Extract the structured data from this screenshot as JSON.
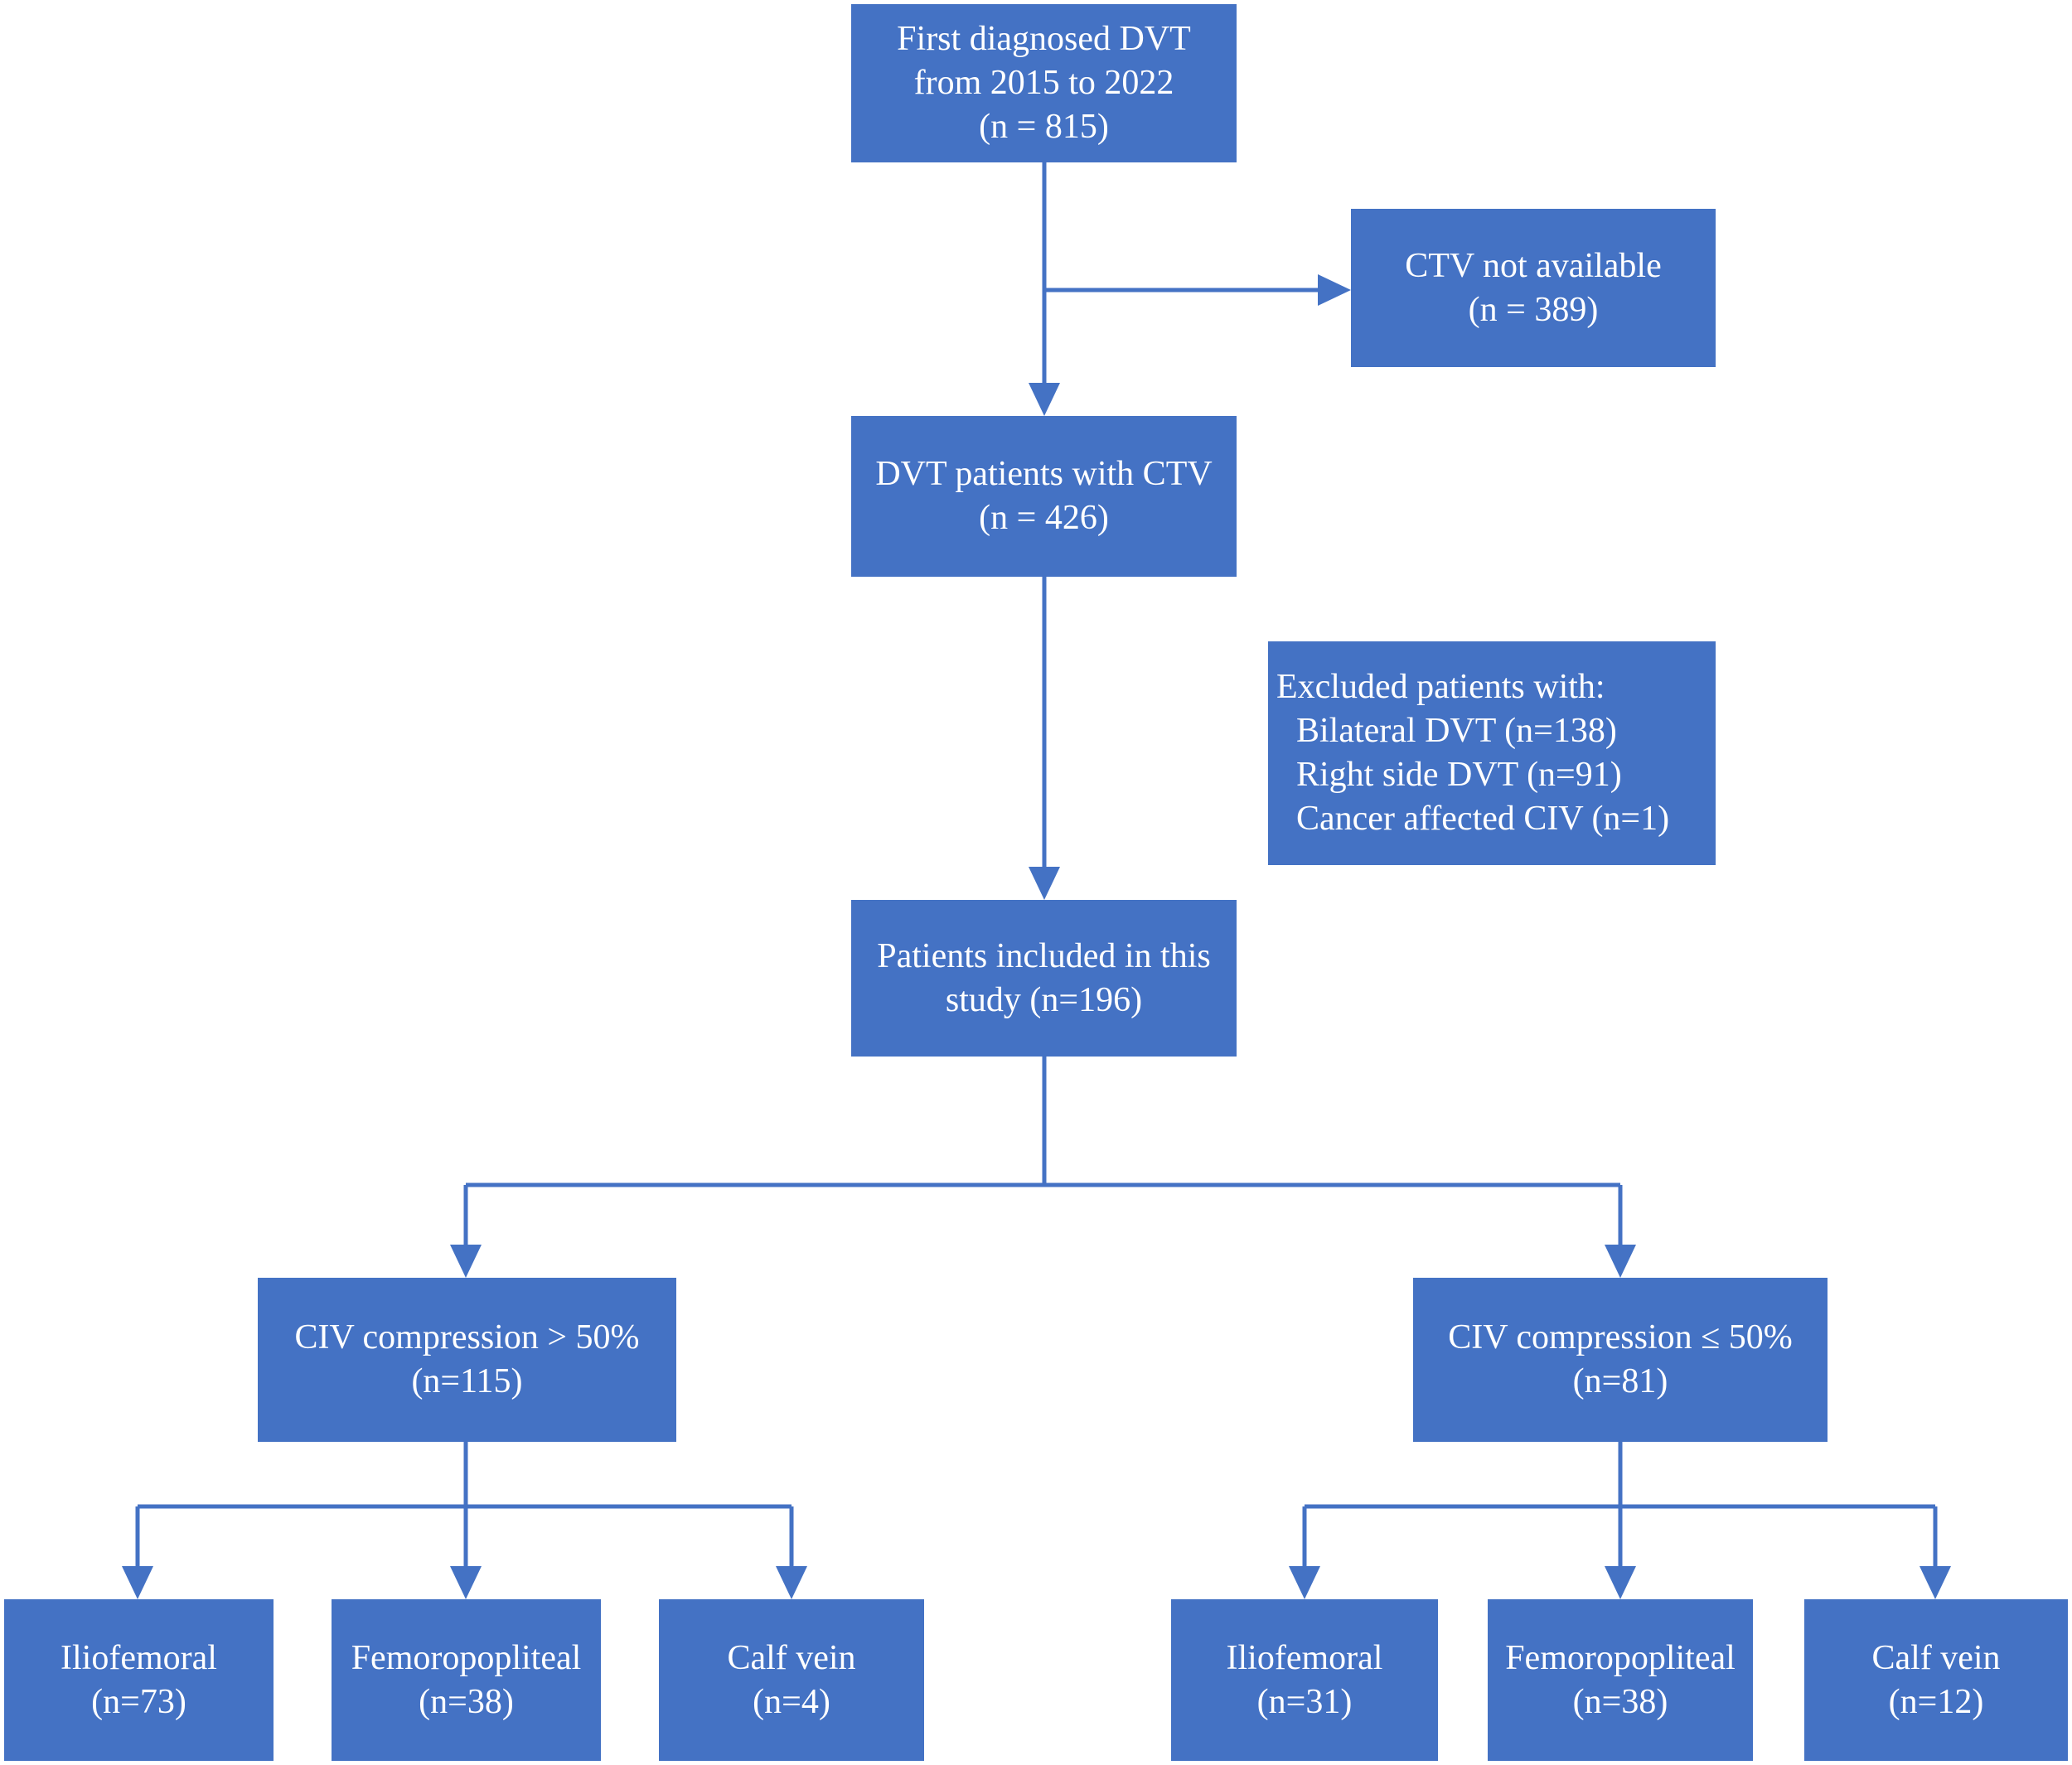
{
  "boxes": {
    "first": {
      "line1": "First diagnosed DVT",
      "line2": "from 2015 to 2022",
      "line3": "(n = 815)"
    },
    "ctv_not": {
      "line1": "CTV not available",
      "line2": "(n = 389)"
    },
    "with_ctv": {
      "line1": "DVT patients with CTV",
      "line2": "(n = 426)"
    },
    "excluded": {
      "title": "Excluded patients with:",
      "items": [
        "Bilateral DVT (n=138)",
        "Right side DVT (n=91)",
        "Cancer affected CIV (n=1)"
      ]
    },
    "included": {
      "line1": "Patients included in this",
      "line2": "study (n=196)"
    },
    "gt50": {
      "line1": "CIV compression > 50%",
      "line2": "(n=115)"
    },
    "le50": {
      "line1": "CIV compression ≤  50%",
      "line2": "(n=81)"
    },
    "gt_ilio": {
      "line1": "Iliofemoral",
      "line2": "(n=73)"
    },
    "gt_femoro": {
      "line1": "Femoropopliteal",
      "line2": "(n=38)"
    },
    "gt_calf": {
      "line1": "Calf vein",
      "line2": "(n=4)"
    },
    "le_ilio": {
      "line1": "Iliofemoral",
      "line2": "(n=31)"
    },
    "le_femoro": {
      "line1": "Femoropopliteal",
      "line2": "(n=38)"
    },
    "le_calf": {
      "line1": "Calf vein",
      "line2": "(n=12)"
    }
  },
  "colors": {
    "box": "#4472c4",
    "line": "#4472c4",
    "text": "#ffffff"
  }
}
